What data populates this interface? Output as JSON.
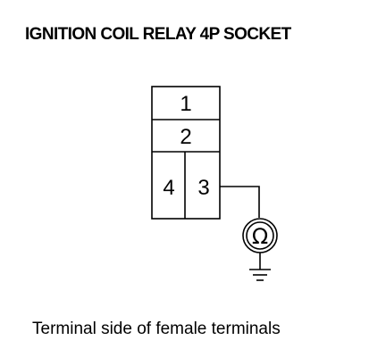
{
  "title": "IGNITION COIL RELAY 4P SOCKET",
  "caption": "Terminal side of female terminals",
  "connector": {
    "terminals": [
      "1",
      "2",
      "4",
      "3"
    ]
  },
  "meter": {
    "symbol": "Ω",
    "icon": "ohmmeter-icon"
  },
  "ground_icon": "ground-symbol-icon"
}
